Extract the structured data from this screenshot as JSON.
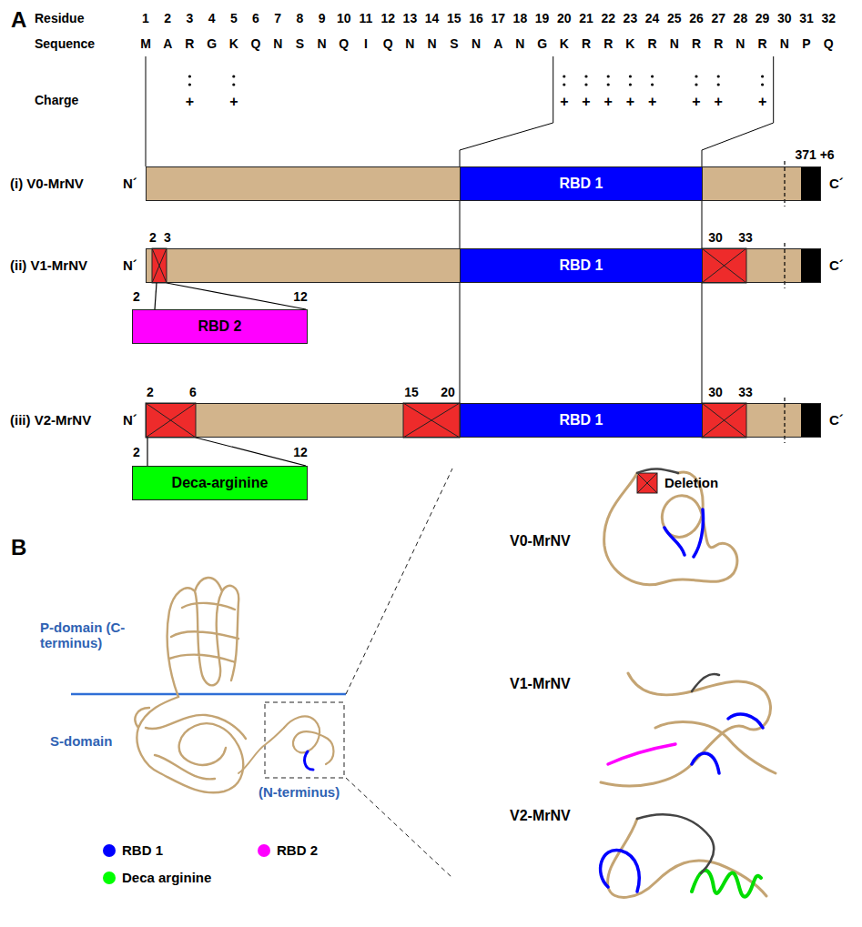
{
  "diagram": {
    "nodes": [
      {
        "text": [
          "(i) V0-MrNV",
          "N´",
          "C´"
        ]
      },
      {
        "text": [
          "RBD 1"
        ],
        "in": 0
      },
      {
        "text": [
          "(ii) V1-MrNV",
          "N´",
          "C´"
        ]
      },
      {
        "text": [
          "RBD 1"
        ],
        "in": 2
      },
      {
        "text": [
          "RBD 2"
        ]
      },
      {
        "text": [
          "(iii) V2-MrNV",
          "N´",
          "C´"
        ]
      },
      {
        "text": [
          "RBD 1"
        ],
        "in": 5
      },
      {
        "text": [
          "Deca-arginine"
        ]
      }
    ],
    "edges": [
      {
        "from": 2,
        "to": 4,
        "arrow": "none"
      },
      {
        "from": 2,
        "to": 4,
        "arrow": "none"
      },
      {
        "from": 5,
        "to": 7,
        "arrow": "none"
      },
      {
        "from": 5,
        "to": 7,
        "arrow": "none"
      }
    ],
    "labels": [
      "A",
      "Residue",
      "Sequence",
      "Charge",
      "1",
      "2",
      "3",
      "4",
      "5",
      "6",
      "7",
      "8",
      "9",
      "10",
      "11",
      "12",
      "13",
      "14",
      "15",
      "16",
      "17",
      "18",
      "19",
      "20",
      "21",
      "22",
      "23",
      "24",
      "25",
      "26",
      "27",
      "28",
      "29",
      "30",
      "31",
      "32",
      "M",
      "A",
      "R",
      "G",
      "K",
      "Q",
      "N",
      "S",
      "N",
      "Q",
      "I",
      "Q",
      "N",
      "N",
      "S",
      "N",
      "A",
      "N",
      "G",
      "K",
      "R",
      "R",
      "K",
      "R",
      "N",
      "R",
      "R",
      "N",
      "R",
      "N",
      "P",
      "Q",
      "+",
      "+",
      "+",
      "+",
      "+",
      "+",
      "+",
      "+",
      "+",
      "+",
      "371 +6",
      "2",
      "3",
      "30",
      "33",
      "2",
      "12",
      "2",
      "6",
      "15",
      "20",
      "30",
      "33",
      "2",
      "12",
      "B",
      "P-domain (C-terminus)",
      "S-domain",
      "(N-terminus)",
      "V0-MrNV",
      "V1-MrNV",
      "V2-MrNV"
    ],
    "legend": [
      {
        "text": "Deletion"
      },
      {
        "text": "RBD 1",
        "color": "#0000ff"
      },
      {
        "text": "RBD 2",
        "color": "#ff00ff"
      },
      {
        "text": "Deca arginine",
        "color": "#00ff00"
      }
    ]
  }
}
